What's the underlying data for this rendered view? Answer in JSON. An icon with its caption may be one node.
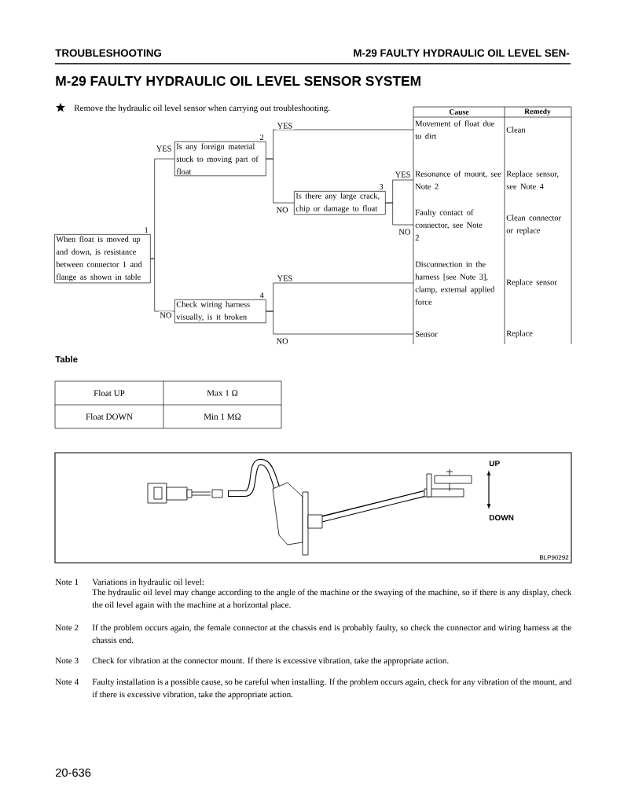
{
  "diagram": {
    "title": "M-29 FAULTY HYDRAULIC OIL LEVEL SENSOR SYSTEM",
    "nodes": [
      {
        "text": [
          "When float is moved up and down, is resistance between connector 1 and flange as shown in table"
        ],
        "beside": [
          "1"
        ]
      },
      {
        "text": [
          "Is any foreign material stuck to moving part of float"
        ],
        "beside": [
          "2"
        ]
      },
      {
        "text": [
          "Is there any large crack, chip or damage to float"
        ],
        "beside": [
          "3"
        ]
      },
      {
        "text": [
          "Check wiring harness visually, is it broken"
        ],
        "beside": [
          "4"
        ]
      },
      {
        "text": [
          "Movement of float due to dirt"
        ]
      },
      {
        "text": [
          "Resonance of mount, see Note 2"
        ]
      },
      {
        "text": [
          "Faulty contact of connector, see Note 2"
        ]
      },
      {
        "text": [
          "Disconnection in the harness [see Note 3], clamp, external applied force"
        ]
      },
      {
        "text": [
          "Sensor"
        ]
      }
    ],
    "edges": [
      {
        "from": 0,
        "to": 1,
        "arrow": "none",
        "label": "YES"
      },
      {
        "from": 0,
        "to": 3,
        "arrow": "none",
        "label": "NO"
      },
      {
        "from": 1,
        "to": 4,
        "arrow": "none",
        "label": "YES"
      },
      {
        "from": 1,
        "to": 2,
        "arrow": "none",
        "label": "NO"
      },
      {
        "from": 2,
        "to": 5,
        "arrow": "none",
        "label": "YES"
      },
      {
        "from": 2,
        "to": 6,
        "arrow": "none",
        "label": "NO"
      },
      {
        "from": 3,
        "to": 7,
        "arrow": "none",
        "label": "YES"
      },
      {
        "from": 3,
        "to": 8,
        "arrow": "none",
        "label": "NO"
      }
    ],
    "labels": [
      "TROUBLESHOOTING",
      "M-29 FAULTY HYDRAULIC OIL LEVEL SEN-",
      "Remove the hydraulic oil level sensor when carrying out troubleshooting.",
      "Cause",
      "Remedy",
      "Clean",
      "Replace sensor, see Note 4",
      "Clean connector or replace",
      "Replace sensor",
      "Replace",
      "Table",
      "Float UP",
      "Max 1 Ω",
      "Float DOWN",
      "Min 1 MΩ",
      "UP",
      "DOWN",
      "BLP90292",
      "Note 1",
      "Variations in hydraulic oil level:",
      "The hydraulic oil level may change according to the angle of the machine or the swaying of the machine, so if there is any display, check the oil level again with the machine at a horizontal place.",
      "Note 2",
      "If the problem occurs again, the female connector at the chassis end is probably faulty, so check the connector and wiring harness at the chassis end.",
      "Note 3",
      "Check for vibration at the connector mount. If there is excessive vibration, take the appropriate action.",
      "Note 4",
      "Faulty installation is a possible cause, so be careful when installing. If the problem occurs again, check for any vibration of the mount, and if there is excessive vibration, take the appropriate action.",
      "20-636"
    ]
  }
}
